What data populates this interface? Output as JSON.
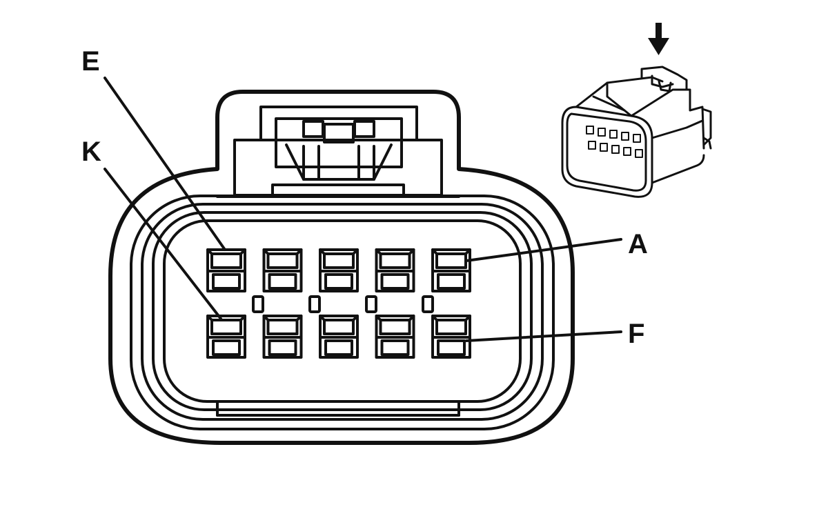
{
  "labels": {
    "E": "E",
    "K": "K",
    "A": "A",
    "F": "F"
  },
  "connector": {
    "pins_per_row": 5,
    "rows": 2,
    "keys_between_rows": 4
  },
  "colors": {
    "ink": "#111111",
    "background": "#ffffff"
  },
  "icons": {
    "view_direction": "arrow-down-icon"
  }
}
